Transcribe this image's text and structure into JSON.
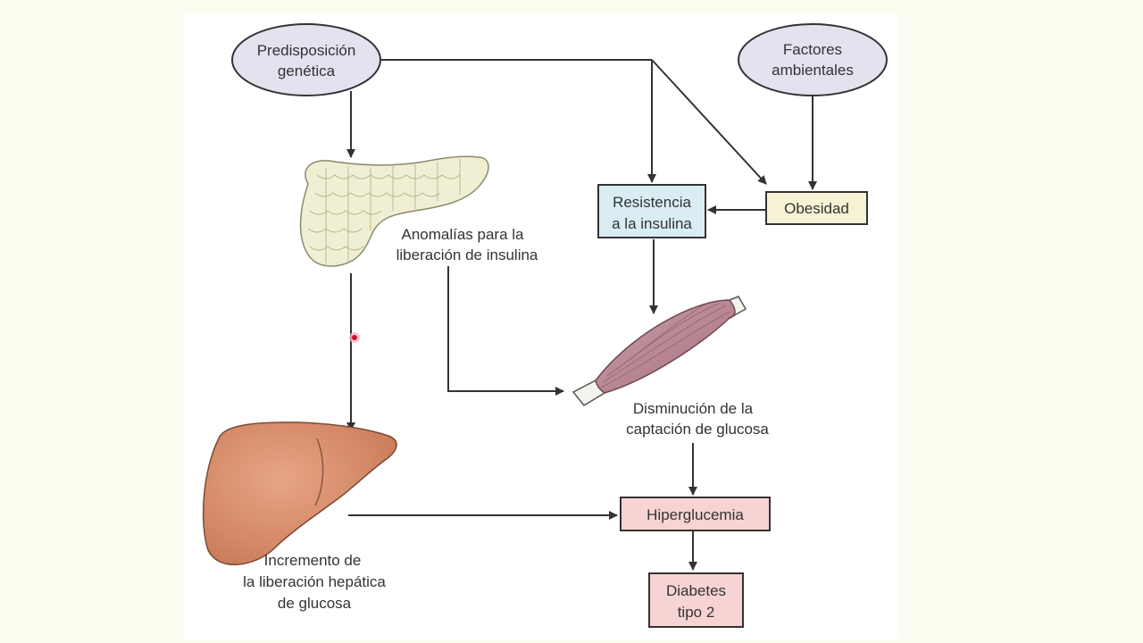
{
  "nodes": {
    "genetic": {
      "line1": "Predisposición",
      "line2": "genética"
    },
    "environment": {
      "line1": "Factores",
      "line2": "ambientales"
    },
    "obesity": {
      "label": "Obesidad"
    },
    "resistance": {
      "line1": "Resistencia",
      "line2": "a la insulina"
    },
    "hyperglycemia": {
      "label": "Hiperglucemia"
    },
    "diabetes": {
      "line1": "Diabetes",
      "line2": "tipo 2"
    }
  },
  "labels": {
    "pancreas": {
      "line1": "Anomalías para la",
      "line2": "liberación de insulina"
    },
    "muscle": {
      "line1": "Disminución de la",
      "line2": "captación de glucosa"
    },
    "liver": {
      "line1": "Incremento de",
      "line2": "la liberación hepática",
      "line3": "de glucosa"
    }
  },
  "colors": {
    "ellipse_fill": "#e3e2ee",
    "resistance_fill": "#d9edf3",
    "obesity_fill": "#f6f2d4",
    "red_box_fill": "#f7d3d3",
    "liver_fill": "#d9906e",
    "muscle_fill": "#b98a96",
    "pancreas_fill": "#f1efd3",
    "arrow": "#333333"
  }
}
